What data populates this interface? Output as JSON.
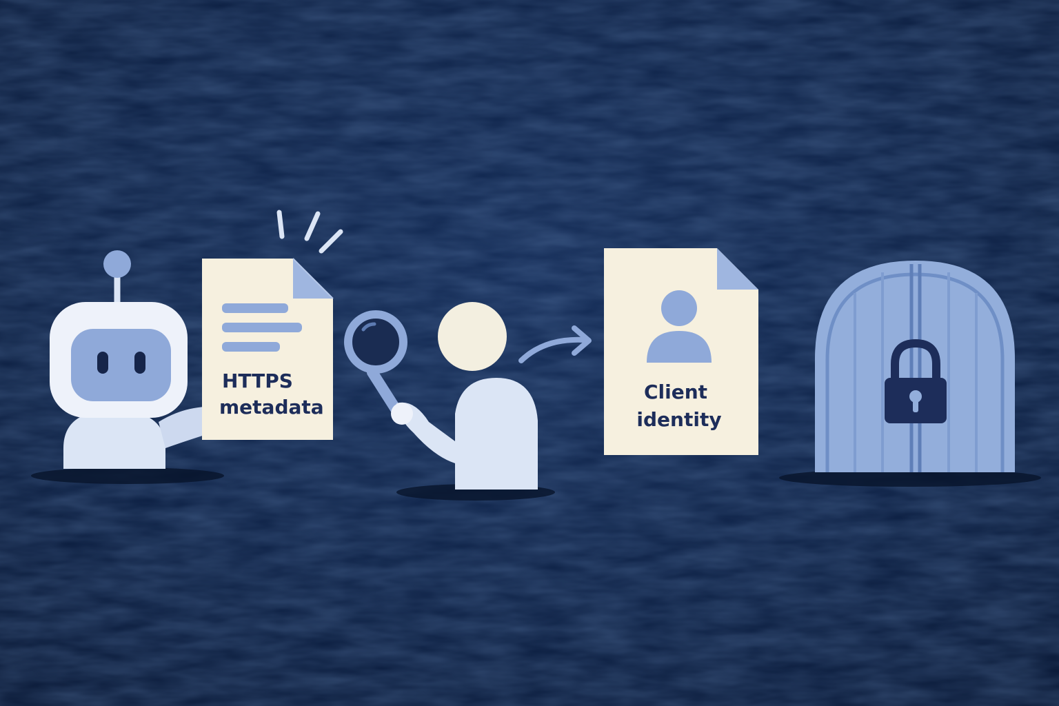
{
  "diagram": {
    "metadata_doc": {
      "line1": "HTTPS",
      "line2": "metadata"
    },
    "identity_doc": {
      "line1": "Client",
      "line2": "identity"
    }
  },
  "colors": {
    "background": "#0f2347",
    "background_light": "#1b3a6b",
    "paper": "#f6f0df",
    "pale_blue": "#dbe5f5",
    "mid_blue": "#8fa9d9",
    "door_blue": "#93aedb",
    "ink": "#1d2d5a",
    "shadow": "#0a1833"
  },
  "icons": [
    "robot-icon",
    "document-icon",
    "magnifier-icon",
    "person-icon",
    "arrow-right-icon",
    "user-icon",
    "door-icon",
    "padlock-icon"
  ]
}
